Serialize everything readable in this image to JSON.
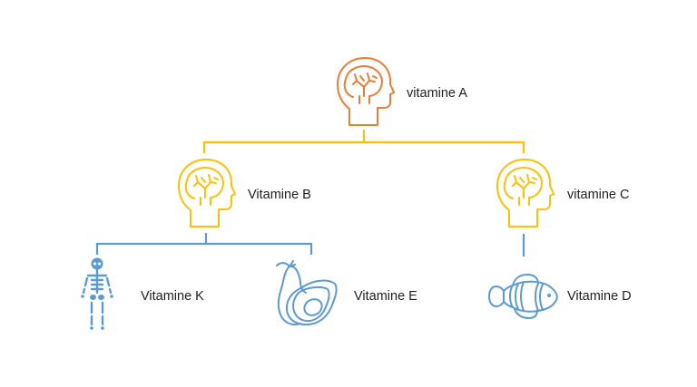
{
  "colors": {
    "orange": "#ed7d31",
    "yellow": "#ffc000",
    "blue": "#5b9bd5",
    "text": "#1f1f1f",
    "background": "#ffffff"
  },
  "nodes": {
    "a": {
      "label": "vitamine A",
      "icon": "head-brain-icon",
      "color": "orange"
    },
    "b": {
      "label": "Vitamine B",
      "icon": "head-brain-icon",
      "color": "yellow"
    },
    "c": {
      "label": "vitamine C",
      "icon": "head-brain-icon",
      "color": "yellow"
    },
    "k": {
      "label": "Vitamine K",
      "icon": "skeleton-icon",
      "color": "blue"
    },
    "e": {
      "label": "Vitamine E",
      "icon": "avocado-icon",
      "color": "blue"
    },
    "d": {
      "label": "Vitamine D",
      "icon": "clownfish-icon",
      "color": "blue"
    }
  },
  "edges": [
    {
      "from": "a",
      "to": "b"
    },
    {
      "from": "a",
      "to": "c"
    },
    {
      "from": "b",
      "to": "k"
    },
    {
      "from": "b",
      "to": "e"
    },
    {
      "from": "c",
      "to": "d"
    }
  ]
}
